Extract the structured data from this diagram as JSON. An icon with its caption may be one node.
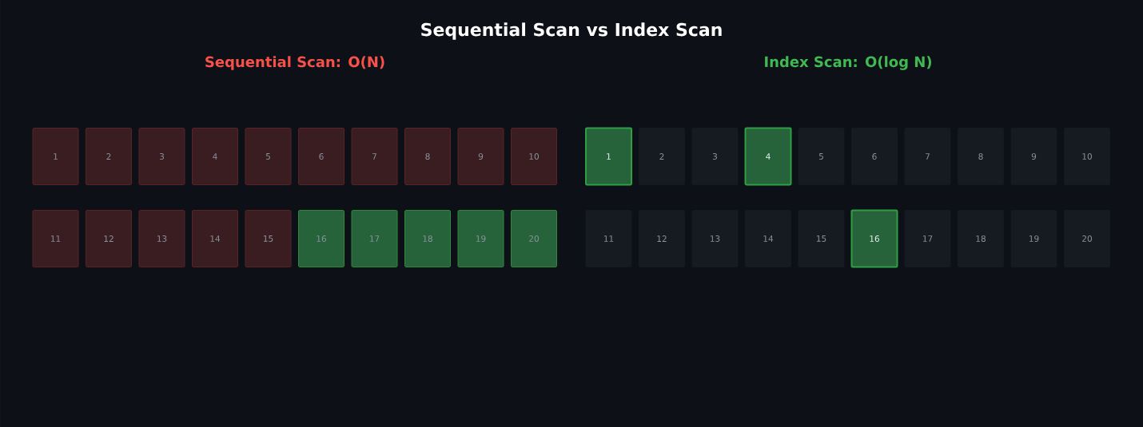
{
  "diagram": {
    "title": "Sequential Scan vs Index Scan",
    "nodes": [
      {
        "text": [
          "1"
        ]
      },
      {
        "text": [
          "2"
        ]
      },
      {
        "text": [
          "3"
        ]
      },
      {
        "text": [
          "4"
        ]
      },
      {
        "text": [
          "5"
        ]
      },
      {
        "text": [
          "6"
        ]
      },
      {
        "text": [
          "7"
        ]
      },
      {
        "text": [
          "8"
        ]
      },
      {
        "text": [
          "9"
        ]
      },
      {
        "text": [
          "10"
        ]
      },
      {
        "text": [
          "11"
        ]
      },
      {
        "text": [
          "12"
        ]
      },
      {
        "text": [
          "13"
        ]
      },
      {
        "text": [
          "14"
        ]
      },
      {
        "text": [
          "15"
        ]
      },
      {
        "text": [
          "16"
        ]
      },
      {
        "text": [
          "17"
        ]
      },
      {
        "text": [
          "18"
        ]
      },
      {
        "text": [
          "19"
        ]
      },
      {
        "text": [
          "20"
        ]
      },
      {
        "text": [
          "1"
        ]
      },
      {
        "text": [
          "2"
        ]
      },
      {
        "text": [
          "3"
        ]
      },
      {
        "text": [
          "4"
        ]
      },
      {
        "text": [
          "5"
        ]
      },
      {
        "text": [
          "6"
        ]
      },
      {
        "text": [
          "7"
        ]
      },
      {
        "text": [
          "8"
        ]
      },
      {
        "text": [
          "9"
        ]
      },
      {
        "text": [
          "10"
        ]
      },
      {
        "text": [
          "11"
        ]
      },
      {
        "text": [
          "12"
        ]
      },
      {
        "text": [
          "13"
        ]
      },
      {
        "text": [
          "14"
        ]
      },
      {
        "text": [
          "15"
        ]
      },
      {
        "text": [
          "16"
        ]
      },
      {
        "text": [
          "17"
        ]
      },
      {
        "text": [
          "18"
        ]
      },
      {
        "text": [
          "19"
        ]
      },
      {
        "text": [
          "20"
        ]
      }
    ],
    "labels": [
      "Sequential Scan: O(N)",
      "Index Scan: O(log N)"
    ]
  }
}
